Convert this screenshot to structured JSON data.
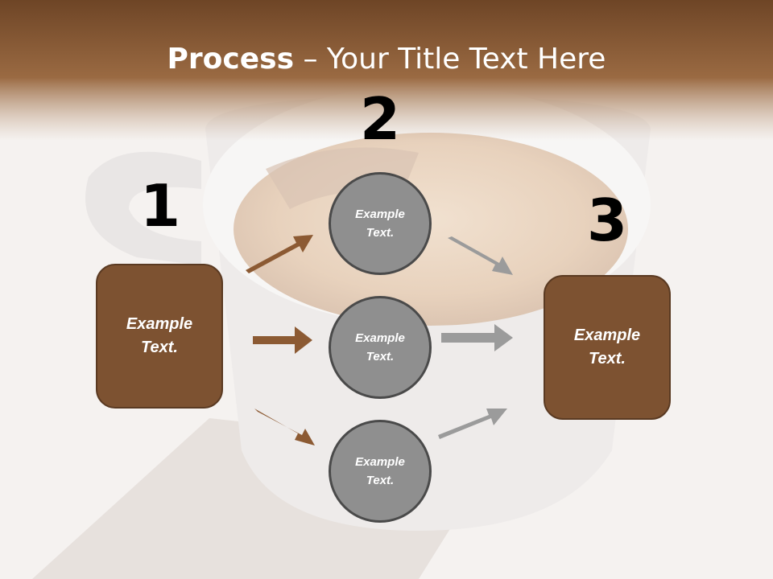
{
  "slide": {
    "title_bold": "Process",
    "title_rest": " – Your Title Text Here"
  },
  "steps": {
    "step1_number": "1",
    "step2_number": "2",
    "step3_number": "3"
  },
  "nodes": {
    "left_box": "Example\nText.",
    "circle_top": "Example\nText.",
    "circle_middle": "Example\nText.",
    "circle_bottom": "Example\nText.",
    "right_box": "Example\nText."
  },
  "colors": {
    "header_brown": "#8a5a34",
    "box_brown": "#7d5231",
    "circle_gray": "#8f8f8f",
    "arrow_brown": "#8c5a33",
    "arrow_gray": "#9b9b9b"
  }
}
